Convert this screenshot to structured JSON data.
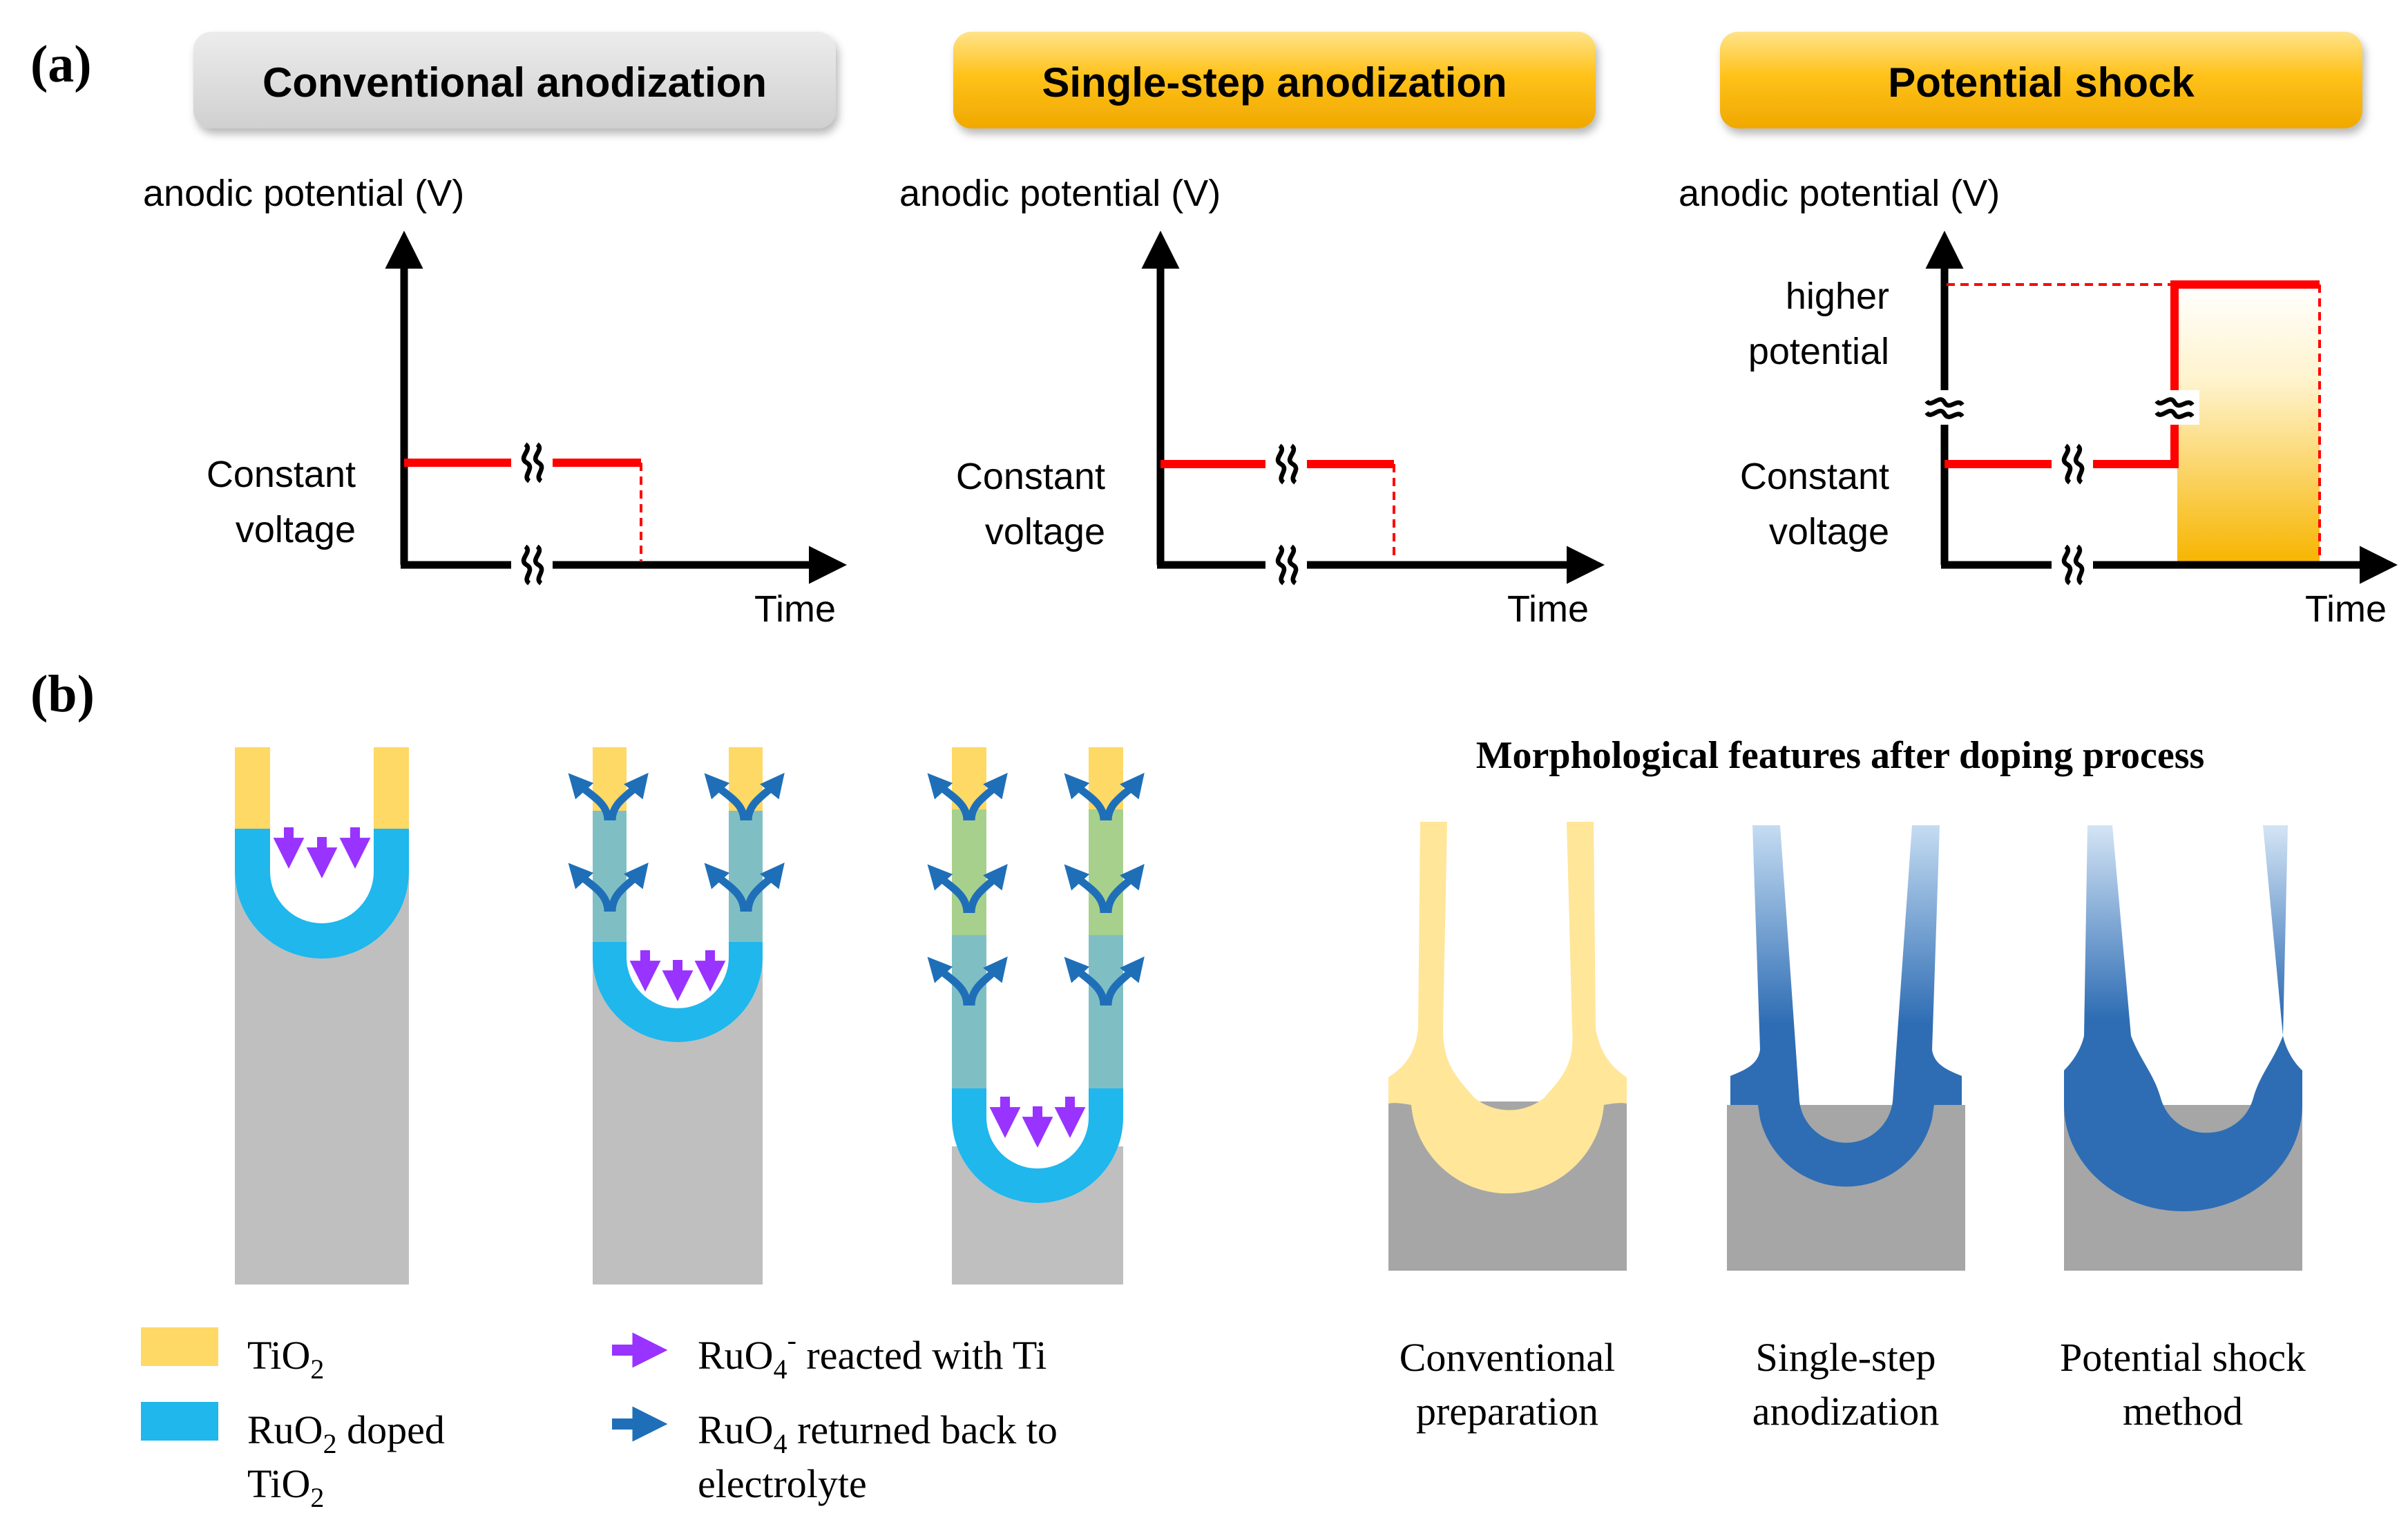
{
  "panel_a": {
    "label": "(a)",
    "graphs": [
      {
        "title": "Conventional anodization",
        "y_axis_label": "anodic potential (V)",
        "x_axis_label": "Time",
        "level_label_line1": "Constant",
        "level_label_line2": "voltage"
      },
      {
        "title": "Single-step anodization",
        "y_axis_label": "anodic potential (V)",
        "x_axis_label": "Time",
        "level_label_line1": "Constant",
        "level_label_line2": "voltage"
      },
      {
        "title": "Potential shock",
        "y_axis_label": "anodic potential (V)",
        "x_axis_label": "Time",
        "level_label_line1": "Constant",
        "level_label_line2": "voltage",
        "high_label_line1": "higher",
        "high_label_line2": "potential"
      }
    ]
  },
  "panel_b": {
    "label": "(b)",
    "morph_title": "Morphological features after doping process",
    "morph_captions": [
      {
        "line1": "Conventional",
        "line2": "preparation"
      },
      {
        "line1": "Single-step",
        "line2": "anodization"
      },
      {
        "line1": "Potential shock",
        "line2": "method"
      }
    ],
    "legend": {
      "tio2": {
        "main": "TiO",
        "sub": "2"
      },
      "ruo2": {
        "line1_main": "RuO",
        "line1_sub": "2",
        "line1_rest": " doped",
        "line2_main": "TiO",
        "line2_sub": "2"
      },
      "ruo4_minus": {
        "main": "RuO",
        "sub": "4",
        "sup": "-",
        "rest": " reacted with Ti"
      },
      "ruo4": {
        "main": "RuO",
        "sub": "4",
        "rest": " returned back to",
        "line2": "electrolyte"
      }
    }
  },
  "colors": {
    "tio2": "#ffd966",
    "ruo2_doped": "#1fb7ec",
    "substrate": "#bfbfbf",
    "dark_substrate": "#a6a6a6",
    "purple_arrow": "#9933ff",
    "blue_arrow": "#1f6fb8",
    "red_line": "#ff0000",
    "gold_box": "#f5b400",
    "gray_box": "#d9d9d9",
    "morph_blue": "#2e6db4"
  }
}
